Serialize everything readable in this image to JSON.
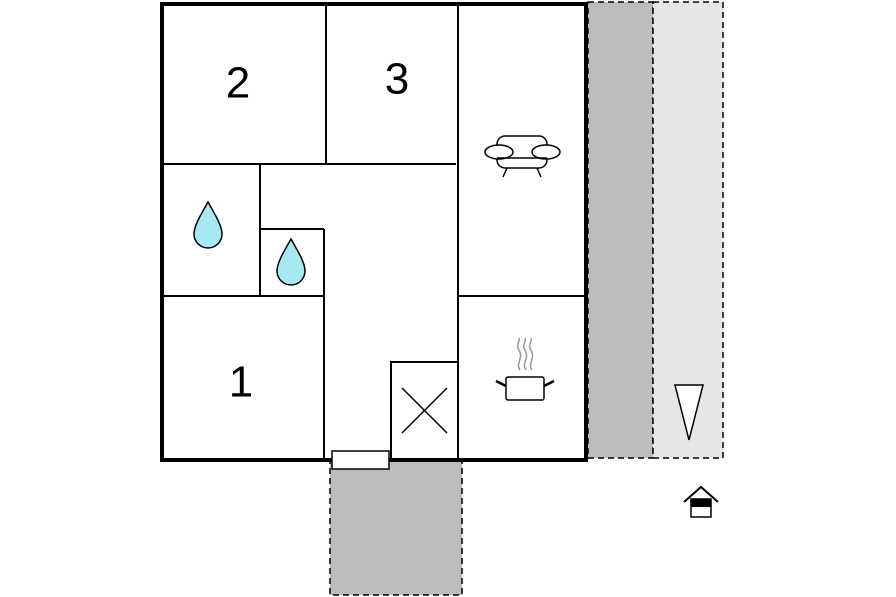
{
  "floorplan": {
    "rooms": [
      {
        "id": "bedroom-2",
        "label": "2",
        "kind": "bedroom"
      },
      {
        "id": "bedroom-3",
        "label": "3",
        "kind": "bedroom"
      },
      {
        "id": "bedroom-1",
        "label": "1",
        "kind": "bedroom"
      },
      {
        "id": "living-room",
        "label": "",
        "kind": "living",
        "icon": "sofa-icon"
      },
      {
        "id": "kitchen",
        "label": "",
        "kind": "kitchen",
        "icon": "cooking-pot-icon"
      },
      {
        "id": "bathroom-large",
        "label": "",
        "kind": "bathroom",
        "icon": "water-drop-icon"
      },
      {
        "id": "bathroom-small",
        "label": "",
        "kind": "bathroom",
        "icon": "water-drop-icon"
      },
      {
        "id": "stairs",
        "label": "",
        "kind": "stairs-or-storage",
        "icon": "cross-icon"
      }
    ],
    "outdoor": [
      {
        "id": "terrace",
        "kind": "terrace",
        "icon": ""
      },
      {
        "id": "side-area",
        "kind": "outdoor-area",
        "icon": ""
      },
      {
        "id": "parking",
        "kind": "parking",
        "icon": "north-arrow-icon"
      }
    ],
    "entrance_icon": "house-entrance-icon",
    "colors": {
      "wall": "#000000",
      "water": "#a6e9f2",
      "terrace": "#bdbdbd",
      "outdoor_light": "#e6e6e6",
      "background": "#ffffff"
    }
  }
}
